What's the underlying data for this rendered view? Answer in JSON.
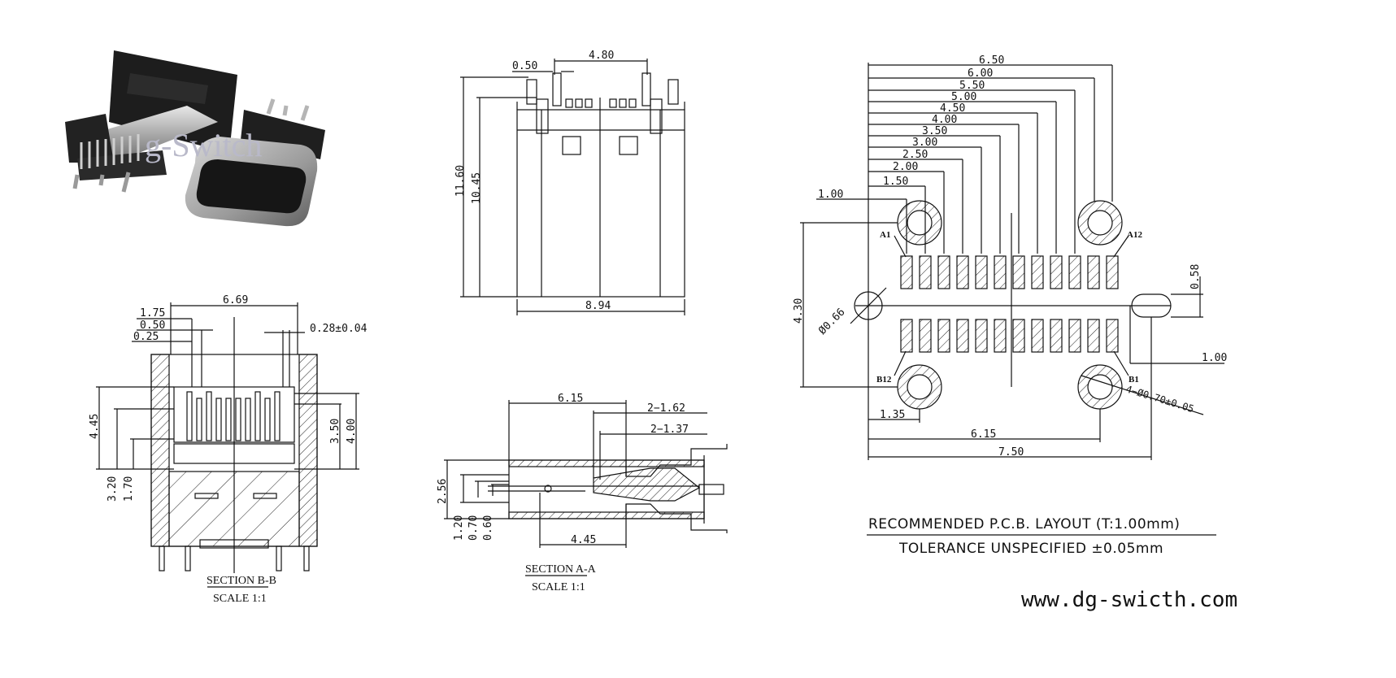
{
  "photo": {
    "watermark": "g-Switch"
  },
  "front_view": {
    "dims": {
      "width_top": "4.80",
      "pin": "0.50",
      "height_total": "11.60",
      "height_body": "10.45",
      "width_bottom": "8.94"
    }
  },
  "section_bb": {
    "title": "SECTION B-B",
    "scale": "SCALE 1:1",
    "dims": {
      "width": "6.69",
      "d175": "1.75",
      "d050": "0.50",
      "d025": "0.25",
      "tol": "0.28±0.04",
      "h445": "4.45",
      "h320": "3.20",
      "h170": "1.70",
      "h350": "3.50",
      "h400": "4.00"
    }
  },
  "section_aa": {
    "title": "SECTION A-A",
    "scale": "SCALE 1:1",
    "dims": {
      "w615": "6.15",
      "d162": "2−1.62",
      "d137": "2−1.37",
      "h256": "2.56",
      "h120": "1.20",
      "h070": "0.70",
      "h060": "0.60",
      "w445": "4.45"
    }
  },
  "pcb": {
    "dims": {
      "d650": "6.50",
      "d600": "6.00",
      "d550": "5.50",
      "d500": "5.00",
      "d450": "4.50",
      "d400": "4.00",
      "d350": "3.50",
      "d300": "3.00",
      "d250": "2.50",
      "d200": "2.00",
      "d150": "1.50",
      "d100": "1.00",
      "h430": "4.30",
      "dia066": "Ø0.66",
      "d058": "0.58",
      "r100": "1.00",
      "hole": "4−Ø0.70±0.05",
      "b135": "1.35",
      "b615": "6.15",
      "b750": "7.50"
    },
    "pins": {
      "a1": "A1",
      "a12": "A12",
      "b12": "B12",
      "b1": "B1"
    },
    "caption_top": "RECOMMENDED  P.C.B. LAYOUT (T:1.00mm)",
    "caption_bottom": "TOLERANCE UNSPECIFIED ±0.05mm"
  },
  "website": "www.dg-swicth.com"
}
